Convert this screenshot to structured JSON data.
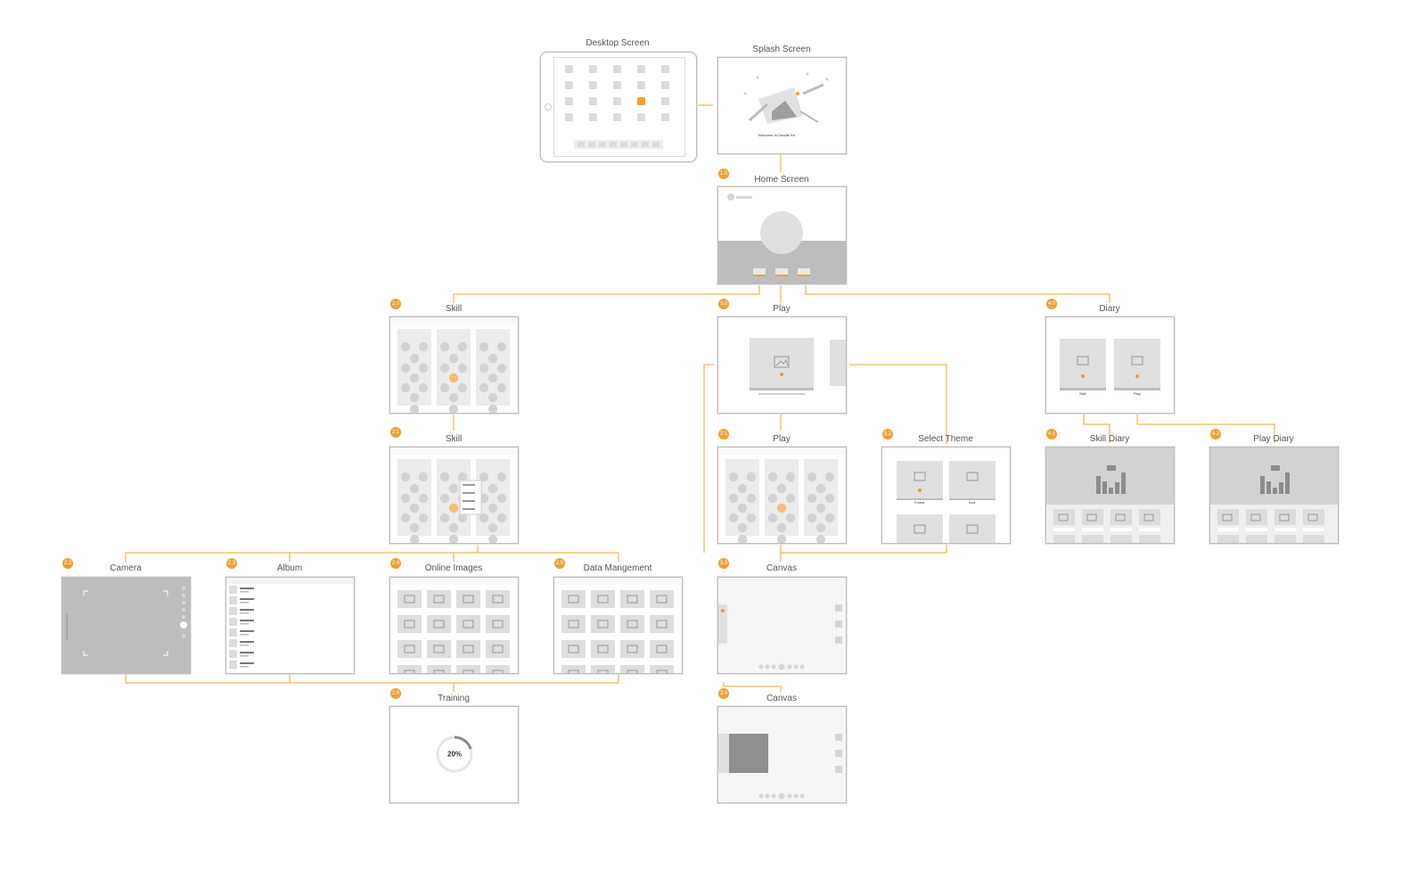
{
  "colors": {
    "accent": "#f0a030",
    "wire": "#d0d0d0",
    "frame": "#bdbdbd"
  },
  "screens": {
    "desktop": {
      "title": "Desktop Screen"
    },
    "splash": {
      "title": "Splash Screen",
      "caption": "Welcome to Doodle Kit",
      "badge": ""
    },
    "home": {
      "title": "Home Screen",
      "badge": "1.0"
    },
    "skill": {
      "title": "Skill",
      "badge": "2.0"
    },
    "skill2": {
      "title": "Skill",
      "badge": "2.1"
    },
    "play": {
      "title": "Play",
      "badge": "3.0"
    },
    "play2": {
      "title": "Play",
      "badge": "3.1"
    },
    "theme": {
      "title": "Select Theme",
      "badge": "3.2"
    },
    "diary": {
      "title": "Diary",
      "badge": "4.0"
    },
    "skilldiary": {
      "title": "Skill Diary",
      "badge": "4.1"
    },
    "playdiary": {
      "title": "Play Diary",
      "badge": "4.2"
    },
    "camera": {
      "title": "Camera",
      "badge": "2.2"
    },
    "album": {
      "title": "Album",
      "badge": "2.3"
    },
    "online": {
      "title": "Online Images",
      "badge": "2.4"
    },
    "datamgmt": {
      "title": "Data Mangement",
      "badge": "2.5"
    },
    "canvas": {
      "title": "Canvas",
      "badge": "3.3"
    },
    "training": {
      "title": "Training",
      "badge": "2.6",
      "progress": 0.2,
      "progress_label": "20%"
    },
    "canvas2": {
      "title": "Canvas",
      "badge": "3.4"
    }
  },
  "diary_cards": {
    "skill": "Skill",
    "play": "Play"
  },
  "theme_cards": {
    "first": "Forest",
    "second": "Sea"
  }
}
